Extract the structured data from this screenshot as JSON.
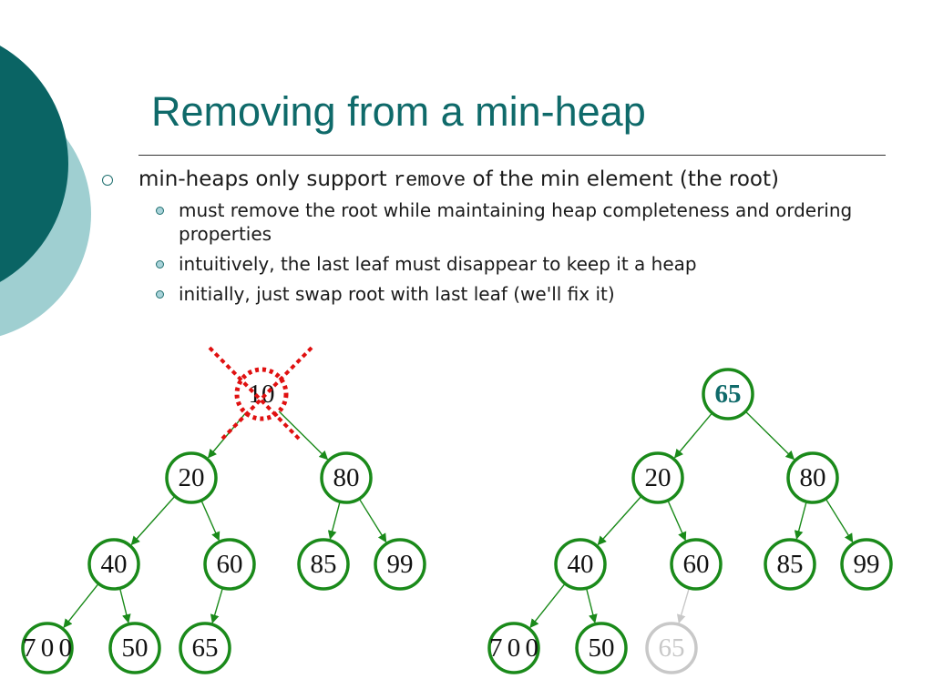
{
  "slide": {
    "title": "Removing from a min-heap",
    "bullets": [
      {
        "text_before": "min-heaps only support ",
        "code": "remove",
        "text_after": " of the min element (the root)",
        "sub": [
          "must remove the root while maintaining heap completeness and ordering properties",
          "intuitively, the last leaf must disappear to keep it a heap",
          "initially, just swap root with last leaf (we'll fix it)"
        ]
      }
    ]
  },
  "colors": {
    "accent_teal_dark": "#0a6464",
    "accent_teal_light": "#9fcfd1",
    "title": "#0f6a6a",
    "node_stroke": "#1a8a1a",
    "edge": "#1a8a1a",
    "removed_x": "#e01010",
    "faded": "#c8c8c8",
    "highlight_text": "#0f6a6a"
  },
  "trees": {
    "before": {
      "nodes": [
        {
          "label": "10",
          "state": "removed"
        },
        {
          "label": "20",
          "state": "normal"
        },
        {
          "label": "80",
          "state": "normal"
        },
        {
          "label": "40",
          "state": "normal"
        },
        {
          "label": "60",
          "state": "normal"
        },
        {
          "label": "85",
          "state": "normal"
        },
        {
          "label": "99",
          "state": "normal"
        },
        {
          "label": "700",
          "state": "normal"
        },
        {
          "label": "50",
          "state": "normal"
        },
        {
          "label": "65",
          "state": "normal"
        }
      ]
    },
    "after": {
      "nodes": [
        {
          "label": "65",
          "state": "highlight"
        },
        {
          "label": "20",
          "state": "normal"
        },
        {
          "label": "80",
          "state": "normal"
        },
        {
          "label": "40",
          "state": "normal"
        },
        {
          "label": "60",
          "state": "normal"
        },
        {
          "label": "85",
          "state": "normal"
        },
        {
          "label": "99",
          "state": "normal"
        },
        {
          "label": "700",
          "state": "normal"
        },
        {
          "label": "50",
          "state": "normal"
        },
        {
          "label": "65",
          "state": "faded"
        }
      ]
    }
  }
}
